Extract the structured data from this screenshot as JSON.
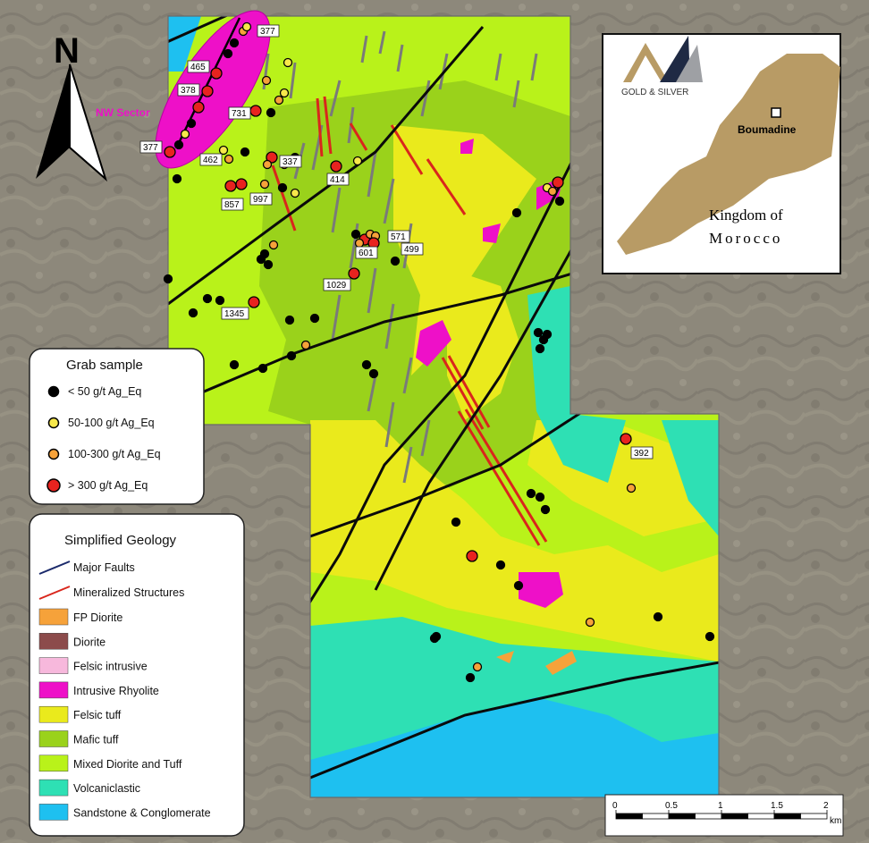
{
  "north_arrow": {
    "letter": "N"
  },
  "sector_label": "NW Sector",
  "sample_labels": [
    {
      "text": "377"
    },
    {
      "text": "465"
    },
    {
      "text": "378"
    },
    {
      "text": "377"
    },
    {
      "text": "731"
    },
    {
      "text": "462"
    },
    {
      "text": "337"
    },
    {
      "text": "414"
    },
    {
      "text": "857"
    },
    {
      "text": "997"
    },
    {
      "text": "571"
    },
    {
      "text": "601"
    },
    {
      "text": "499"
    },
    {
      "text": "1029"
    },
    {
      "text": "1345"
    },
    {
      "text": "392"
    }
  ],
  "inset": {
    "logo_text": "GOLD & SILVER",
    "town": "Boumadine",
    "country_line1": "Kingdom of",
    "country_line2": "Morocco"
  },
  "grab_legend": {
    "title": "Grab sample",
    "items": [
      {
        "label": "< 50 g/t Ag_Eq",
        "color": "#000000"
      },
      {
        "label": "50-100 g/t Ag_Eq",
        "color": "#f7e84a"
      },
      {
        "label": "100-300 g/t Ag_Eq",
        "color": "#f6a23a"
      },
      {
        "label": "> 300 g/t Ag_Eq",
        "color": "#e8231f"
      }
    ]
  },
  "geology_legend": {
    "title": "Simplified Geology",
    "lines": [
      {
        "label": "Major Faults",
        "color": "#1b2a6b"
      },
      {
        "label": "Mineralized Structures",
        "color": "#d9261c"
      }
    ],
    "units": [
      {
        "label": "FP Diorite",
        "color": "#f6a23a"
      },
      {
        "label": "Diorite",
        "color": "#8c4b4b"
      },
      {
        "label": "Felsic intrusive",
        "color": "#f7b8dc"
      },
      {
        "label": "Intrusive Rhyolite",
        "color": "#ee10c8"
      },
      {
        "label": "Felsic tuff",
        "color": "#eaea1c"
      },
      {
        "label": "Mafic tuff",
        "color": "#9ad21b"
      },
      {
        "label": "Mixed Diorite and Tuff",
        "color": "#b9f21a"
      },
      {
        "label": "Volcaniclastic",
        "color": "#2ee0b4"
      },
      {
        "label": "Sandstone & Conglomerate",
        "color": "#1ec0f0"
      }
    ]
  },
  "scale_bar": {
    "ticks": [
      "0",
      "0.5",
      "1",
      "1.5",
      "2"
    ],
    "unit": "km"
  }
}
